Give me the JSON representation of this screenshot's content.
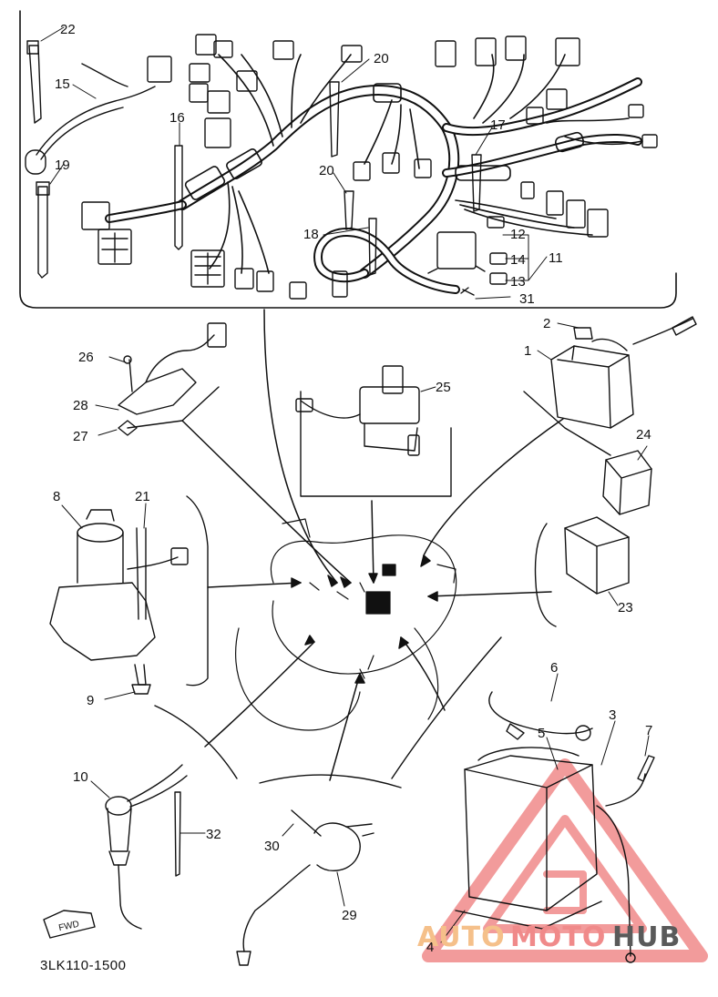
{
  "diagram": {
    "code": "3LK110-1500",
    "fwd_label": "FWD",
    "callouts": {
      "c1": "1",
      "c2": "2",
      "c3": "3",
      "c4": "4",
      "c5": "5",
      "c6": "6",
      "c7": "7",
      "c8": "8",
      "c9": "9",
      "c10": "10",
      "c11": "11",
      "c12": "12",
      "c13": "13",
      "c14": "14",
      "c15": "15",
      "c16": "16",
      "c17": "17",
      "c18": "18",
      "c19": "19",
      "c20a": "20",
      "c20b": "20",
      "c21": "21",
      "c22": "22",
      "c23": "23",
      "c24": "24",
      "c25": "25",
      "c26": "26",
      "c27": "27",
      "c28": "28",
      "c29": "29",
      "c30": "30",
      "c31": "31",
      "c32": "32"
    }
  },
  "watermark": {
    "part1": "AUTO",
    "part2": "MOTO",
    "part3": "HUB",
    "color_main": "#f08a8a",
    "color_accent": "#f5c08a",
    "color_dark": "#5a5a5a"
  }
}
